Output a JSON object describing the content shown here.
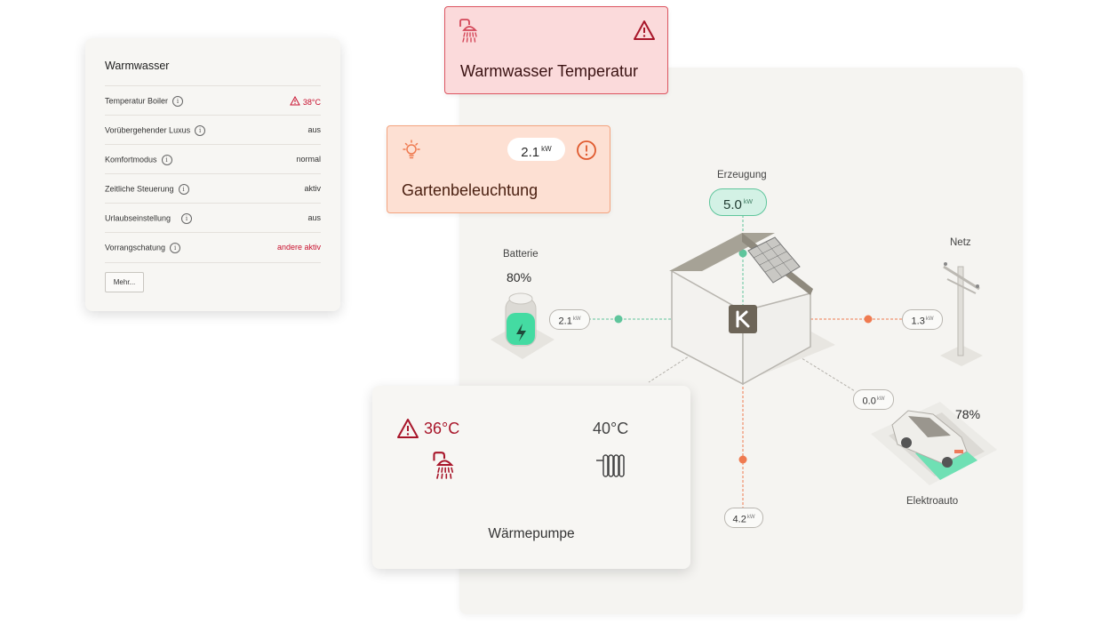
{
  "warmwasser_card": {
    "title": "Warmwasser",
    "rows": [
      {
        "label": "Temperatur Boiler",
        "value": "38°C",
        "alert": true
      },
      {
        "label": "Vorübergehender Luxus",
        "value": "aus",
        "alert": false
      },
      {
        "label": "Komfortmodus",
        "value": "normal",
        "alert": false
      },
      {
        "label": "Zeitliche Steuerung",
        "value": "aktiv",
        "alert": false
      },
      {
        "label": "Urlaubseinstellung",
        "value": "aus",
        "alert": false
      },
      {
        "label": "Vorrangschatung",
        "value": "andere aktiv",
        "alert": true
      }
    ],
    "more_label": "Mehr..."
  },
  "alerts": {
    "warmwasser": {
      "title": "Warmwasser Temperatur",
      "icon": "shower-icon",
      "status_icon": "warning-triangle-icon"
    },
    "garten": {
      "title": "Gartenbeleuchtung",
      "power": "2.1",
      "unit": "kW",
      "icon": "lightbulb-icon",
      "status_icon": "exclamation-circle-icon"
    }
  },
  "diagram": {
    "erzeugung": {
      "label": "Erzeugung",
      "value": "5.0",
      "unit": "kW"
    },
    "batterie": {
      "label": "Batterie",
      "percent": "80%",
      "flow": "2.1",
      "unit": "kW"
    },
    "netz": {
      "label": "Netz",
      "flow": "1.3",
      "unit": "kW"
    },
    "elektroauto": {
      "label": "Elektroauto",
      "percent": "78%",
      "flow": "0.0",
      "unit": "kW"
    },
    "bottom": {
      "flow": "4.2",
      "unit": "kW"
    },
    "hub_icon": "k-logo-icon"
  },
  "waermepumpe": {
    "name": "Wärmepumpe",
    "temp_left": "36°C",
    "temp_right": "40°C"
  },
  "colors": {
    "alert_red": "#c8102e",
    "green_flow": "#5fc59c",
    "orange_flow": "#ef7a50"
  }
}
